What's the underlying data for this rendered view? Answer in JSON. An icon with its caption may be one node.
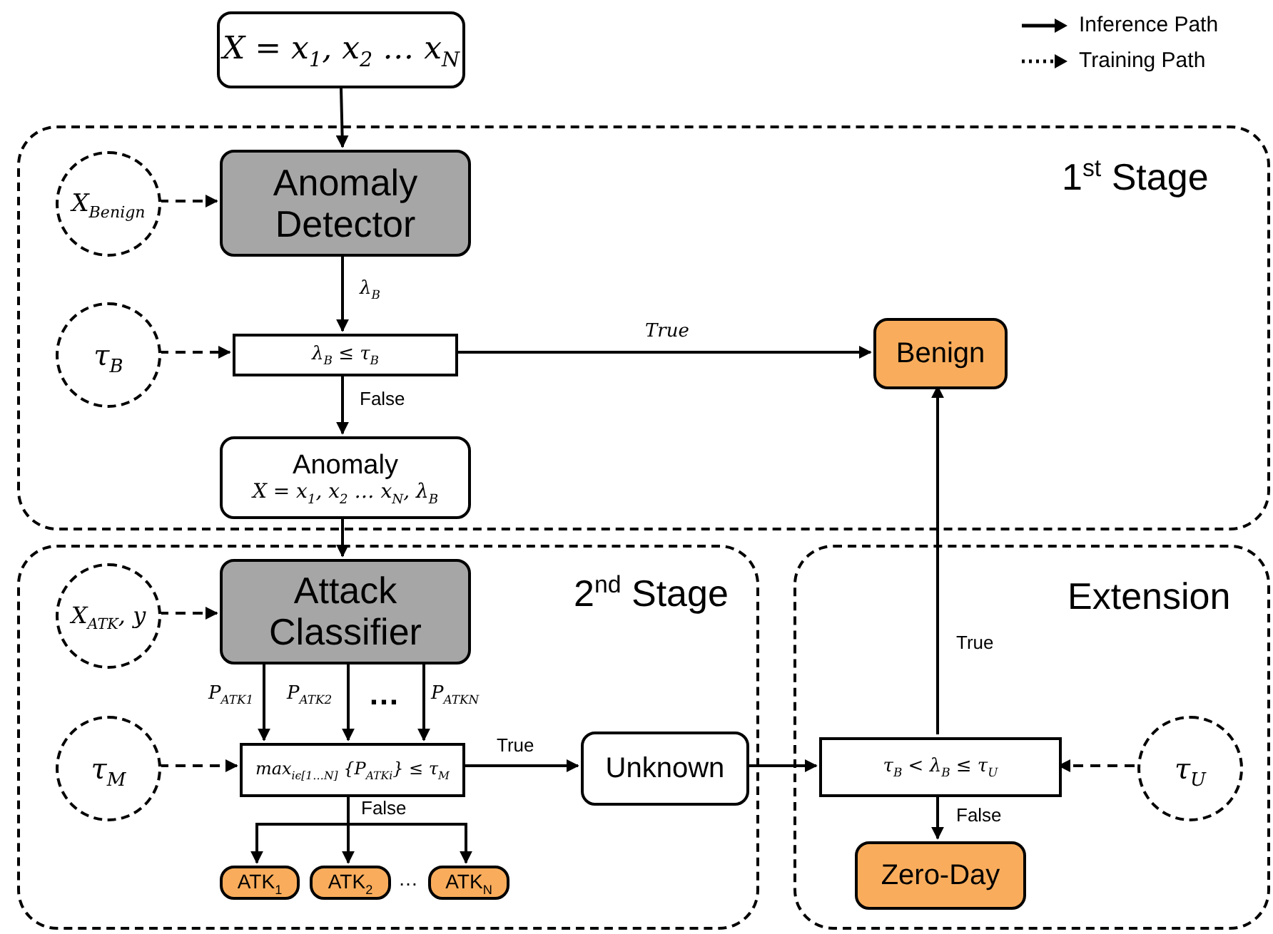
{
  "diagram": {
    "nodes": [
      {
        "text": [
          "X = x$_{1}$, x$_{2}$ … x$_{N}$"
        ]
      },
      {
        "text": [
          "1$^{st}$ Stage"
        ]
      },
      {
        "text": [
          "X$_{Benign}$"
        ],
        "in": 1
      },
      {
        "text": [
          "Anomaly Detector"
        ],
        "in": 1
      },
      {
        "text": [
          "τ$_{B}$"
        ],
        "in": 1
      },
      {
        "text": [
          "λ$_{B}$ ≤ τ$_{B}$"
        ],
        "in": 1
      },
      {
        "text": [
          "Anomaly",
          "X =  x$_{1}$, x$_{2}$ … x$_{N}$, λ$_{B}$"
        ],
        "in": 1
      },
      {
        "text": [
          "Benign"
        ],
        "in": 1
      },
      {
        "text": [
          "2$^{nd}$ Stage"
        ]
      },
      {
        "text": [
          "X$_{ATK}$, y"
        ],
        "in": 8
      },
      {
        "text": [
          "Attack Classifier"
        ],
        "in": 8
      },
      {
        "text": [
          "τ$_{M}$"
        ],
        "in": 8
      },
      {
        "text": [
          "max$_{iϵ[1…N]}$ {P$_{ATKi}$} ≤ τ$_{M}$"
        ],
        "in": 8
      },
      {
        "text": [
          "Unknown"
        ],
        "in": 8
      },
      {
        "text": [
          "ATK$_{1}$"
        ],
        "in": 8
      },
      {
        "text": [
          "ATK$_{2}$"
        ],
        "in": 8
      },
      {
        "text": [
          "ATK$_{N}$"
        ],
        "in": 8
      },
      {
        "text": [
          "Extension"
        ]
      },
      {
        "text": [
          "τ$_{B}$ < λ$_{B}$ ≤ τ$_{U}$"
        ],
        "in": 17
      },
      {
        "text": [
          "τ$_{U}$"
        ],
        "in": 17
      },
      {
        "text": [
          "Zero-Day"
        ],
        "in": 17
      }
    ],
    "edges": [
      {
        "from": 0,
        "to": 3,
        "arrow": "to"
      },
      {
        "from": 2,
        "to": 3,
        "arrow": "to",
        "style": "dashed"
      },
      {
        "from": 3,
        "to": 5,
        "arrow": "to",
        "label": "λ$_{B}$"
      },
      {
        "from": 4,
        "to": 5,
        "arrow": "to",
        "style": "dashed"
      },
      {
        "from": 5,
        "to": 7,
        "arrow": "to",
        "label": "True"
      },
      {
        "from": 5,
        "to": 6,
        "arrow": "to",
        "label": "False"
      },
      {
        "from": 6,
        "to": 10,
        "arrow": "to"
      },
      {
        "from": 9,
        "to": 10,
        "arrow": "to",
        "style": "dashed"
      },
      {
        "from": 10,
        "to": 12,
        "arrow": "to",
        "label": "P$_{ATK1}$"
      },
      {
        "from": 10,
        "to": 12,
        "arrow": "to",
        "label": "P$_{ATK2}$"
      },
      {
        "from": 10,
        "to": 12,
        "arrow": "to",
        "label": "P$_{ATKN}$"
      },
      {
        "from": 11,
        "to": 12,
        "arrow": "to",
        "style": "dashed"
      },
      {
        "from": 12,
        "to": 13,
        "arrow": "to",
        "label": "True"
      },
      {
        "from": 12,
        "to": 14,
        "arrow": "to"
      },
      {
        "from": 12,
        "to": 15,
        "arrow": "to",
        "label": "False"
      },
      {
        "from": 12,
        "to": 16,
        "arrow": "to"
      },
      {
        "from": 13,
        "to": 18,
        "arrow": "to"
      },
      {
        "from": 19,
        "to": 18,
        "arrow": "to",
        "style": "dashed"
      },
      {
        "from": 18,
        "to": 7,
        "arrow": "to",
        "label": "True"
      },
      {
        "from": 18,
        "to": 20,
        "arrow": "to",
        "label": "False"
      }
    ],
    "labels": [
      "…",
      "…"
    ],
    "legend": [
      {
        "text": "Inference Path"
      },
      {
        "text": "Training Path"
      }
    ]
  }
}
